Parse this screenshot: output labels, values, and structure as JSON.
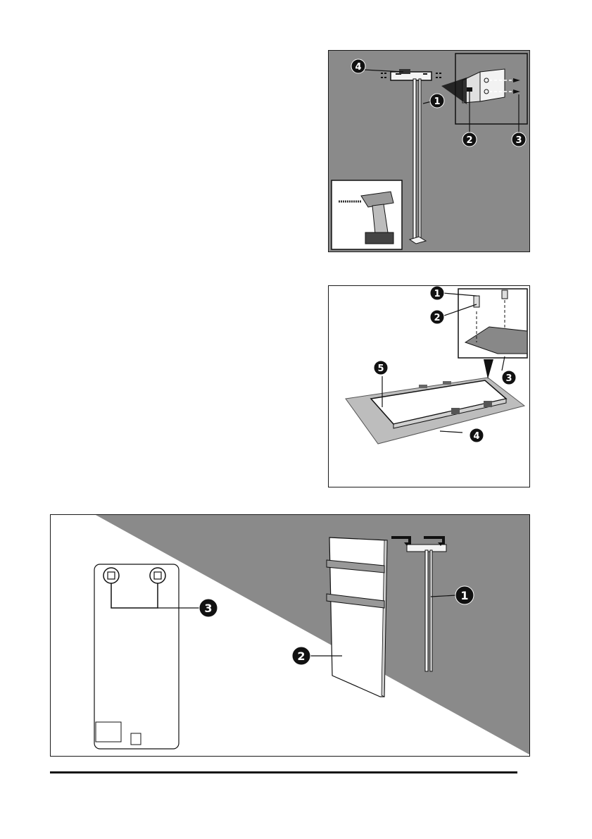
{
  "figures": [
    {
      "id": "figure-1",
      "callouts": [
        "1",
        "2",
        "3",
        "4"
      ]
    },
    {
      "id": "figure-2",
      "callouts": [
        "1",
        "2",
        "3",
        "4",
        "5"
      ]
    },
    {
      "id": "figure-3",
      "callouts": [
        "1",
        "2",
        "3"
      ]
    }
  ],
  "colors": {
    "wall": "#8a8a8a",
    "line": "#111111",
    "callout_bg": "#111111",
    "panel": "#f2f2f2"
  }
}
